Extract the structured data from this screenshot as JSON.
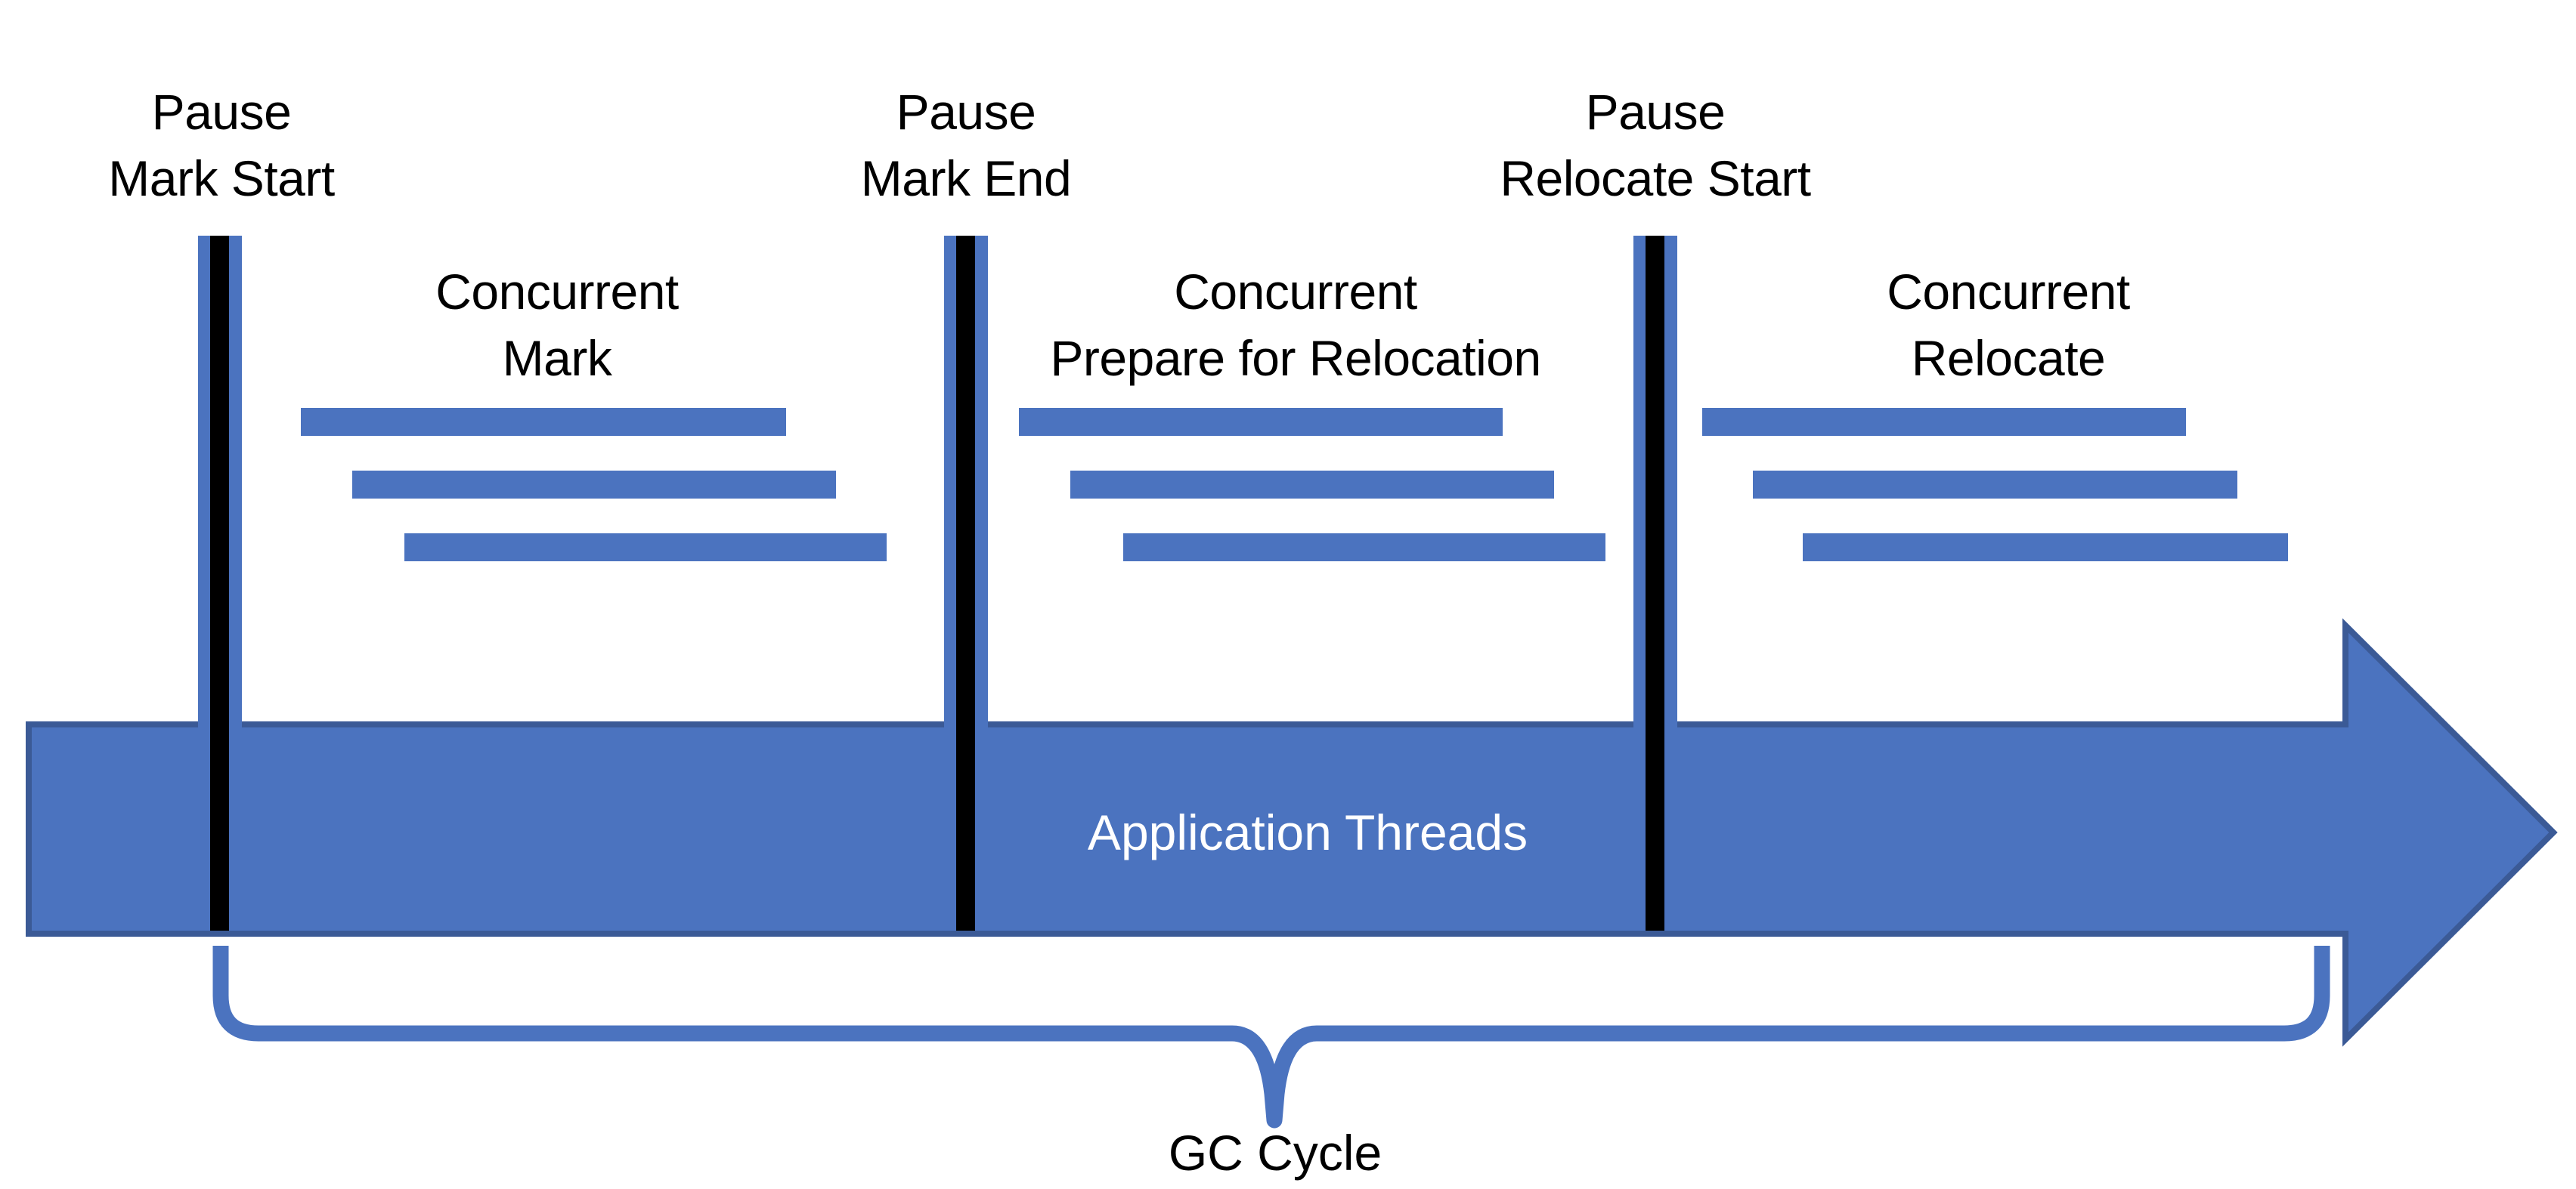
{
  "colors": {
    "accent_fill": "#4b73bf",
    "accent_border": "#3b5a96",
    "pause_line": "#000000",
    "text": "#000000",
    "arrow_text": "#ffffff",
    "background": "#ffffff"
  },
  "pauses": [
    {
      "line1": "Pause",
      "line2": "Mark Start"
    },
    {
      "line1": "Pause",
      "line2": "Mark End"
    },
    {
      "line1": "Pause",
      "line2": "Relocate Start"
    }
  ],
  "phases": [
    {
      "line1": "Concurrent",
      "line2": "Mark",
      "thread_bar_count": 3
    },
    {
      "line1": "Concurrent",
      "line2": "Prepare for Relocation",
      "thread_bar_count": 3
    },
    {
      "line1": "Concurrent",
      "line2": "Relocate",
      "thread_bar_count": 3
    }
  ],
  "arrow": {
    "label": "Application Threads"
  },
  "brace": {
    "label": "GC Cycle"
  }
}
